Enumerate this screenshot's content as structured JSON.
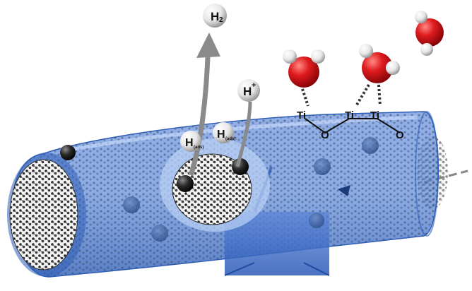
{
  "labels": {
    "h2_main": "H",
    "h2_sub": "2",
    "h_plus_main": "H",
    "h_plus_sup": "+",
    "h_ads_1_main": "H",
    "h_ads_1_sub": "(ads)",
    "h_ads_2_main": "H",
    "h_ads_2_sub": "(ads)",
    "ti_1": "Ti",
    "ti_2": "Ti",
    "ti_3": "Ti",
    "o_1": "O",
    "o_2": "O"
  },
  "colors": {
    "tube_fill": "#4f7fd6",
    "tube_dark": "#2f5fb8",
    "tube_light": "#9dbcf0",
    "arrow": "#8a8a8a",
    "oxygen": "#d0161a",
    "hydrogen_atom": "#f2f2f2",
    "carbon": "#2a2a2a",
    "label": "#111111"
  },
  "icons": {
    "water_molecule": "water-molecule-icon",
    "hydrogen_atom": "hydrogen-atom-icon",
    "carbon_sphere": "carbon-sphere-icon"
  }
}
